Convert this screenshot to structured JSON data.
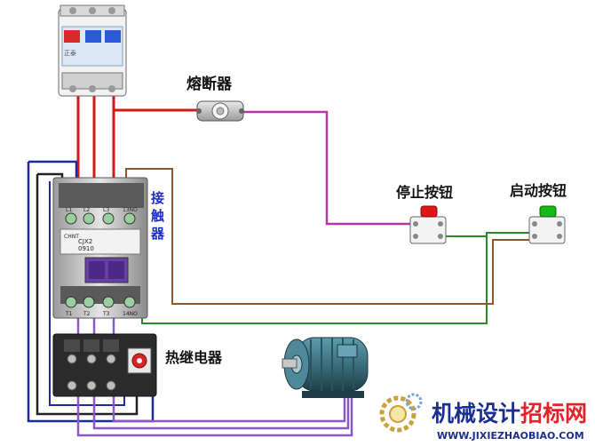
{
  "labels": {
    "fuse": "熔断器",
    "stop_button": "停止按钮",
    "start_button": "启动按钮",
    "contactor": [
      "接",
      "触",
      "器"
    ],
    "thermal_relay": "热继电器"
  },
  "contactor_face": {
    "model": "CJX2",
    "code": "0910",
    "brand": "CHNT",
    "terminals_top": [
      "L1",
      "L2",
      "L3",
      "13NO"
    ],
    "terminals_bottom": [
      "T1",
      "T2",
      "T3",
      "14NO"
    ]
  },
  "breaker_face": {
    "brand": "正泰"
  },
  "watermark": {
    "brand_part1": "机械设计",
    "brand_part2": "招标网",
    "url": "WWW.JIXIEZHAOBIAO.COM"
  },
  "colors": {
    "red_wire": "#d11a1a",
    "magenta_wire": "#b3379f",
    "blue_wire": "#1f2a9a",
    "brown_wire": "#8a5a2e",
    "green_wire": "#2a8a2a",
    "purple_wire": "#8a58c9",
    "stop_red": "#e01515",
    "start_green": "#18b818"
  }
}
